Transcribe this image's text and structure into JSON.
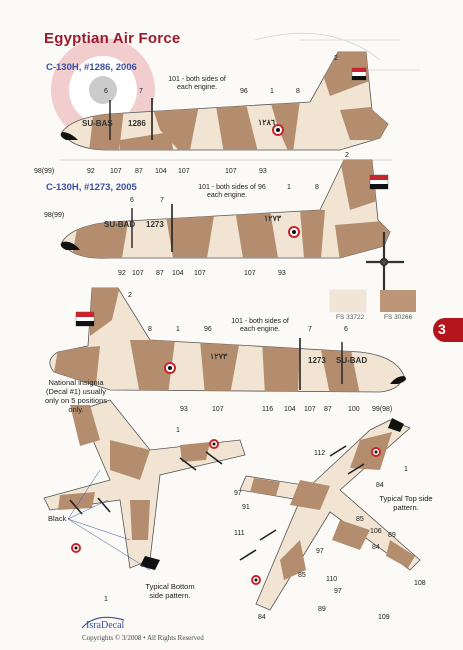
{
  "page": {
    "title": "Egyptian Air Force",
    "page_number": "3",
    "brand": "IsraDecal",
    "copyright": "Copyrights © 3/2008 • All Rights Reserved"
  },
  "profile1": {
    "subtitle": "C-130H, #1286, 2006",
    "note": "101 - both sides of each engine.",
    "registration": "SU-BAS",
    "serial": "1286",
    "arabic_serial": "١٢٨٦",
    "callouts": [
      "2",
      "6",
      "7",
      "96",
      "1",
      "8",
      "98(99)",
      "92",
      "107",
      "87",
      "104",
      "107",
      "107",
      "93"
    ]
  },
  "profile2": {
    "subtitle": "C-130H, #1273, 2005",
    "note": "101 - both sides of each engine.",
    "registration": "SU-BAD",
    "serial": "1273",
    "arabic_serial": "١٢٧٣",
    "callouts": [
      "2",
      "98(99)",
      "6",
      "7",
      "96",
      "1",
      "8",
      "92",
      "107",
      "87",
      "104",
      "107",
      "107",
      "93"
    ]
  },
  "profile3": {
    "note": "101 - both sides of each engine.",
    "registration": "SU-BAD",
    "serial": "1273",
    "arabic_serial": "١٢٧٣",
    "callouts": [
      "2",
      "8",
      "1",
      "96",
      "7",
      "6",
      "93",
      "107",
      "116",
      "104",
      "107",
      "87",
      "100",
      "99(98)"
    ]
  },
  "colors": {
    "swatches": [
      {
        "code": "FS 33722",
        "hex": "#f1e6d6"
      },
      {
        "code": "FS 30266",
        "hex": "#bc9677"
      }
    ],
    "camo_light": "#f1e4d2",
    "camo_dark": "#b48d6e",
    "roundel_red": "#c8242c",
    "flag_black": "#111111",
    "title_red": "#9b1b2e",
    "subtitle_blue": "#3a4fa0"
  },
  "notes": {
    "insignia": "National insignia (Decal #1) usually only on 5 positions only.",
    "black_label": "Black",
    "bottom_pattern": "Typical Bottom side pattern.",
    "top_pattern": "Typical Top side pattern."
  },
  "bottom_view": {
    "callouts": [
      "1",
      "1"
    ]
  },
  "top_view": {
    "callouts": [
      "112",
      "84",
      "1",
      "97",
      "91",
      "85",
      "106",
      "89",
      "111",
      "84",
      "97",
      "85",
      "110",
      "108",
      "97",
      "89",
      "109",
      "84"
    ]
  }
}
